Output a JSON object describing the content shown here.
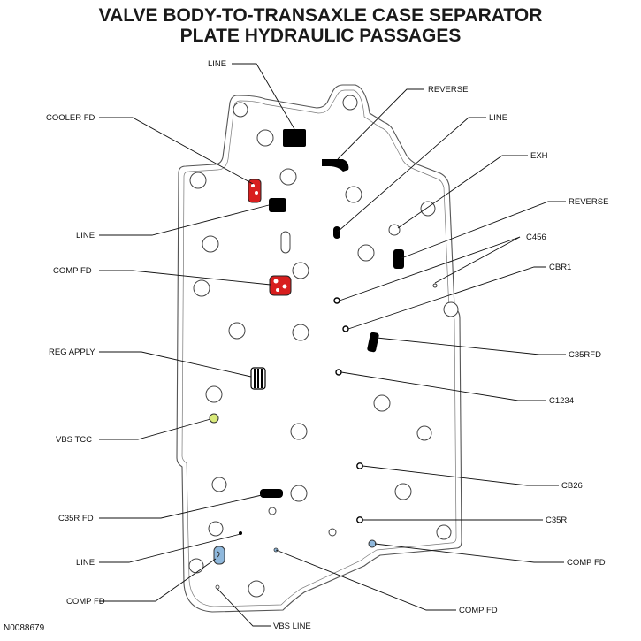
{
  "title": {
    "line1": "VALVE BODY-TO-TRANSAXLE CASE SEPARATOR",
    "line2": "PLATE HYDRAULIC PASSAGES"
  },
  "labels": {
    "line_top": "LINE",
    "reverse_top": "REVERSE",
    "cooler_fd": "COOLER FD",
    "line_right": "LINE",
    "exh": "EXH",
    "reverse_right": "REVERSE",
    "line_left": "LINE",
    "c456": "C456",
    "cbr1": "CBR1",
    "comp_fd_upper": "COMP FD",
    "reg_apply": "REG APPLY",
    "c35rfd": "C35RFD",
    "c1234": "C1234",
    "vbs_tcc": "VBS TCC",
    "cb26": "CB26",
    "c35r_fd": "C35R FD",
    "c35r": "C35R",
    "line_bottom": "LINE",
    "comp_fd_right": "COMP FD",
    "comp_fd_left": "COMP FD",
    "comp_fd_bottom": "COMP FD",
    "vbs_line": "VBS LINE"
  },
  "figure_id": "N0088679",
  "colors": {
    "outline": "#555555",
    "fill_dark": "#000000",
    "cooler_red": "#d81e1e",
    "vbs_tcc_green": "#d9ea7a",
    "comp_fd_blue": "#8fb8dc"
  }
}
